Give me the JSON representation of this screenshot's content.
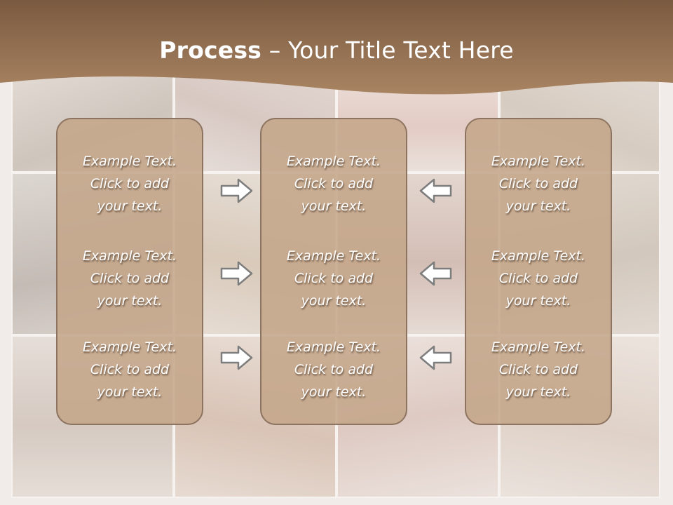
{
  "slide": {
    "title_bold": "Process",
    "title_rest": " – Your Title Text Here"
  },
  "columns": [
    {
      "items": [
        {
          "line1": "Example Text.",
          "line2": "Click  to add",
          "line3": "your text."
        },
        {
          "line1": "Example Text.",
          "line2": "Click  to add",
          "line3": "your text."
        },
        {
          "line1": "Example Text.",
          "line2": "Click  to add",
          "line3": "your text."
        }
      ]
    },
    {
      "items": [
        {
          "line1": "Example Text.",
          "line2": "Click  to add",
          "line3": "your text."
        },
        {
          "line1": "Example Text.",
          "line2": "Click  to add",
          "line3": "your text."
        },
        {
          "line1": "Example Text.",
          "line2": "Click  to add",
          "line3": "your text."
        }
      ]
    },
    {
      "items": [
        {
          "line1": "Example Text.",
          "line2": "Click  to add",
          "line3": "your text."
        },
        {
          "line1": "Example Text.",
          "line2": "Click  to add",
          "line3": "your text."
        },
        {
          "line1": "Example Text.",
          "line2": "Click  to add",
          "line3": "your text."
        }
      ]
    }
  ],
  "arrows": {
    "left_group": "right-arrow-icon",
    "right_group": "left-arrow-icon"
  },
  "colors": {
    "banner": "#9b7656",
    "box_fill": "#c4a68a",
    "box_border": "#8d7460",
    "arrow_fill": "#ffffff",
    "arrow_stroke": "#7d7d7d"
  }
}
